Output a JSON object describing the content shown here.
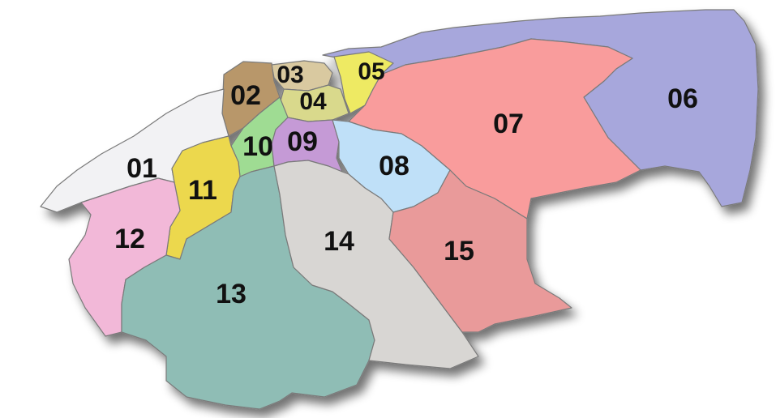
{
  "map": {
    "districts": [
      {
        "id": "01",
        "label": "01",
        "color": "#f2f2f4"
      },
      {
        "id": "02",
        "label": "02",
        "color": "#b8976a"
      },
      {
        "id": "03",
        "label": "03",
        "color": "#d9c9a0"
      },
      {
        "id": "04",
        "label": "04",
        "color": "#d9d98c"
      },
      {
        "id": "05",
        "label": "05",
        "color": "#eeea63"
      },
      {
        "id": "06",
        "label": "06",
        "color": "#a7a7dc"
      },
      {
        "id": "07",
        "label": "07",
        "color": "#f99c9c"
      },
      {
        "id": "08",
        "label": "08",
        "color": "#bfe0f8"
      },
      {
        "id": "09",
        "label": "09",
        "color": "#c59ad6"
      },
      {
        "id": "10",
        "label": "10",
        "color": "#9fdc93"
      },
      {
        "id": "11",
        "label": "11",
        "color": "#ecd84e"
      },
      {
        "id": "12",
        "label": "12",
        "color": "#f2b8d8"
      },
      {
        "id": "13",
        "label": "13",
        "color": "#8fbdb5"
      },
      {
        "id": "14",
        "label": "14",
        "color": "#d8d6d3"
      },
      {
        "id": "15",
        "label": "15",
        "color": "#e99a9a"
      }
    ]
  }
}
